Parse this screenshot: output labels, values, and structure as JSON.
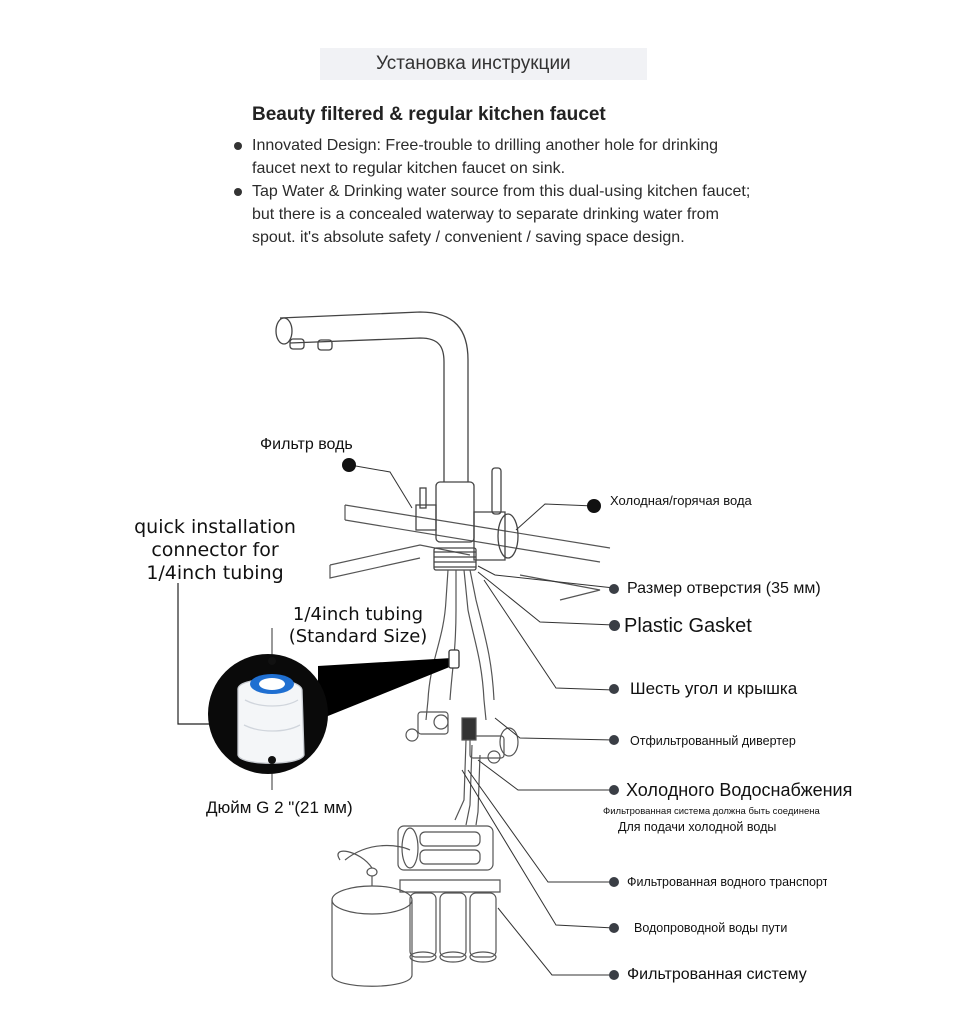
{
  "header": {
    "title": "Установка инструкции",
    "heading": "Beauty filtered & regular kitchen faucet"
  },
  "bullets": [
    "Innovated Design: Free-trouble to drilling another hole for drinking faucet next to regular kitchen faucet on sink.",
    "Tap Water & Drinking water source from this dual-using kitchen faucet; but there is a concealed waterway to separate drinking water from spout. it's absolute safety / convenient / saving space design."
  ],
  "labels": {
    "water_filter": "Фильтр водь",
    "hot_cold": "Холодная/горячая вода",
    "hole_size": "Размер отверстия (35 мм)",
    "gasket": "Plastic Gasket",
    "hex_cap": "Шесть угол и крышка",
    "diverter": "Отфильтрованный дивертер",
    "cold_supply": "Холодного Водоснабжения",
    "note_line1": "Фильтрованная система должна быть соединена",
    "note_line2": "Для подачи холодной воды",
    "transport": "Фильтрованная водного транспорт",
    "tap_path": "Водопроводной воды пути",
    "system": "Фильтрованная систему"
  },
  "connector": {
    "title_lines": [
      "quick installation",
      "connector for",
      "1/4inch tubing"
    ],
    "tubing_lines": [
      "1/4inch tubing",
      "(Standard Size)"
    ],
    "thread": "Дюйм G 2 \"(21 мм)"
  }
}
